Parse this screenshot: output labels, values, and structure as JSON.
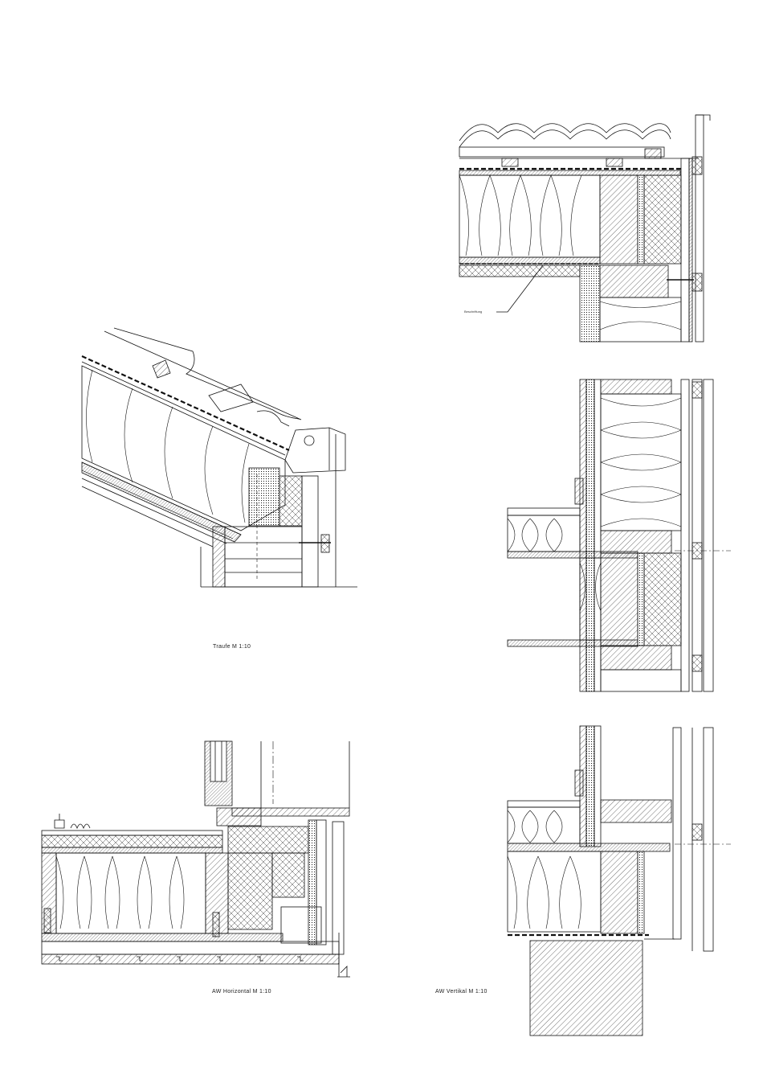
{
  "captions": {
    "traufe": "Traufe M 1:10",
    "aw_horizontal": "AW Horizontal  M 1:10",
    "aw_vertikal": "AW Vertikal M 1:10"
  },
  "annotations": {
    "roof_detail_label": "Beschriftung"
  }
}
